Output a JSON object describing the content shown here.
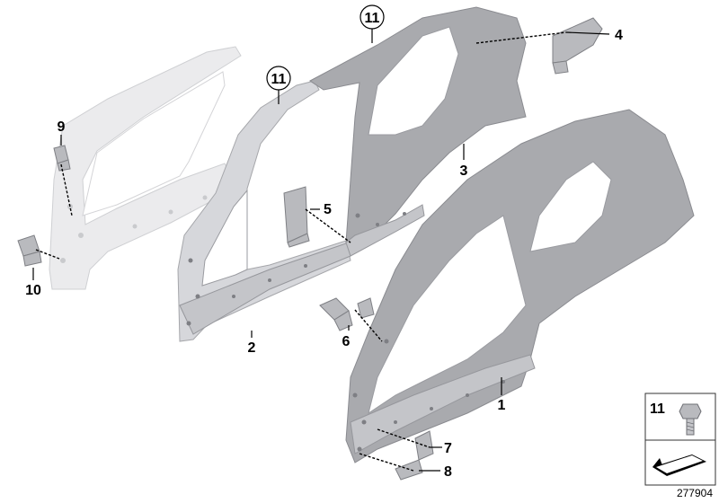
{
  "callouts": {
    "c1": "1",
    "c2": "2",
    "c3": "3",
    "c4": "4",
    "c5": "5",
    "c6": "6",
    "c7": "7",
    "c8": "8",
    "c9": "9",
    "c10": "10",
    "c11a": "11",
    "c11b": "11"
  },
  "legend": {
    "part_number": "11"
  },
  "document_number": "277904",
  "colors": {
    "panel": "#a9aaae",
    "line": "#000000"
  }
}
